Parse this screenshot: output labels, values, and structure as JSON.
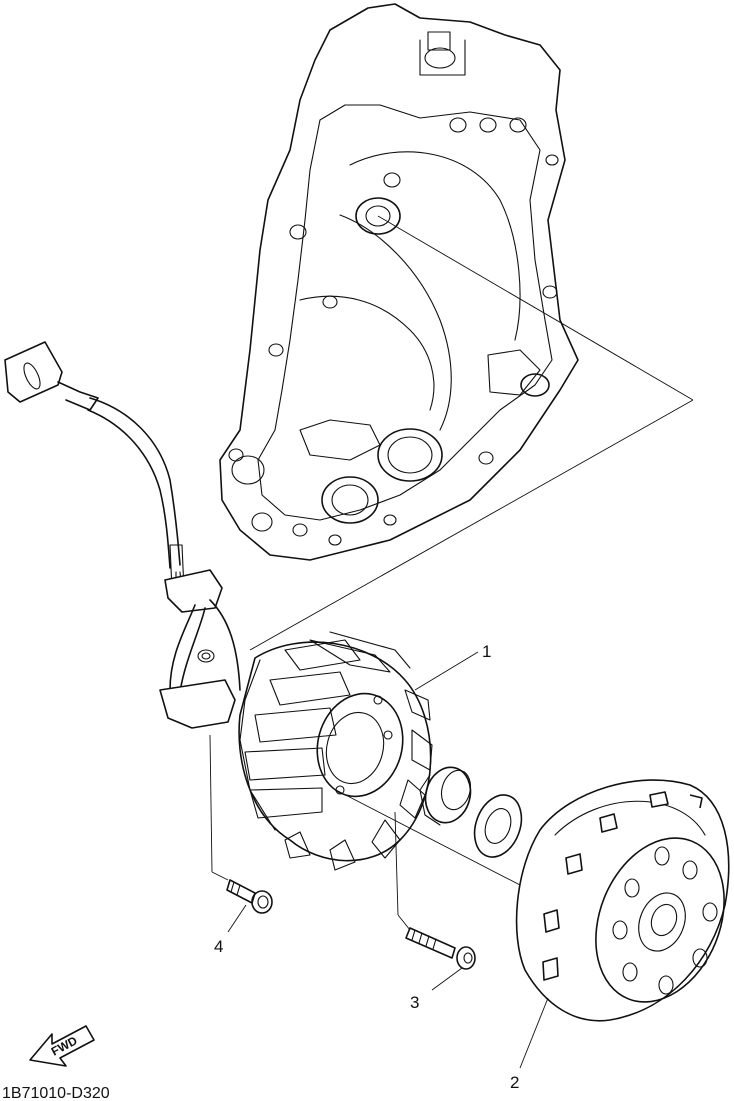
{
  "labels": {
    "part_1": "1",
    "part_2": "2",
    "part_3": "3",
    "part_4": "4"
  },
  "direction": {
    "text": "FWD",
    "icon": "forward-arrow-icon"
  },
  "drawing_code": "1B71010-D320"
}
